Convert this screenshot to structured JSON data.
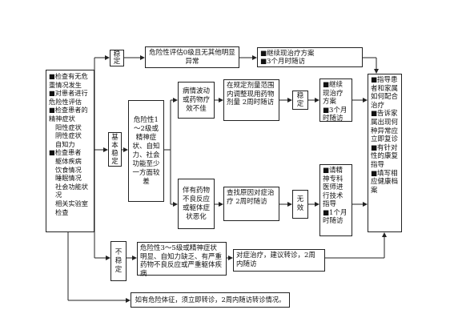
{
  "assessment": {
    "lines": [
      "■检查有无危重情况发生",
      "■对患者进行危险性评估",
      "■检查患者的精神症状",
      "阳性症状",
      "阴性症状",
      "自知力",
      "■检查患者",
      "躯体疾病",
      "饮食情况",
      "睡眠情况",
      "社会功能状况",
      "相关实验室检查"
    ]
  },
  "branches": {
    "stable": "稳定",
    "basic_stable": "基本稳定",
    "unstable": "不稳定"
  },
  "top_row": {
    "criteria": "危险性评估0级且无其他明显异常",
    "action_1": "■继续现治疗方案",
    "action_2": "■3个月时随访"
  },
  "middle": {
    "criteria": "危险性1～2级或精神症状、自知力、社会功能至少一方面较差",
    "upper_condition": "病情波动或药物疗效不佳",
    "upper_action": "在规定剂量范围内调整现用药物剂量 2周时随访",
    "upper_result": "稳定",
    "upper_outcome_1": "■继续现治疗方案",
    "upper_outcome_2": "■3个月时随访",
    "lower_condition": "伴有药物不良反应或躯体症状恶化",
    "lower_action": "查找原因对症治疗 2周时随访",
    "lower_result": "无效",
    "lower_outcome_1": "■请精神专科医师进行技术指导",
    "lower_outcome_2": "■1个月时随访"
  },
  "bottom_row": {
    "criteria": "危险性3～5级或精神症状明显、自知力缺乏、有严重药物不良反应或严重躯体疾病",
    "action": "对症治疗，建议转诊，2周内随访"
  },
  "guidance": {
    "lines": [
      "■指导患者和家属如何配合治疗",
      "■告诉家属出现何种异常应立即复诊",
      "■有针对性的康复指导",
      "■填写相应健康档案"
    ]
  },
  "footer": "如有危险体征，须立即转诊，2周内随访转诊情况。",
  "colors": {
    "line": "#222222",
    "background": "#ffffff"
  }
}
